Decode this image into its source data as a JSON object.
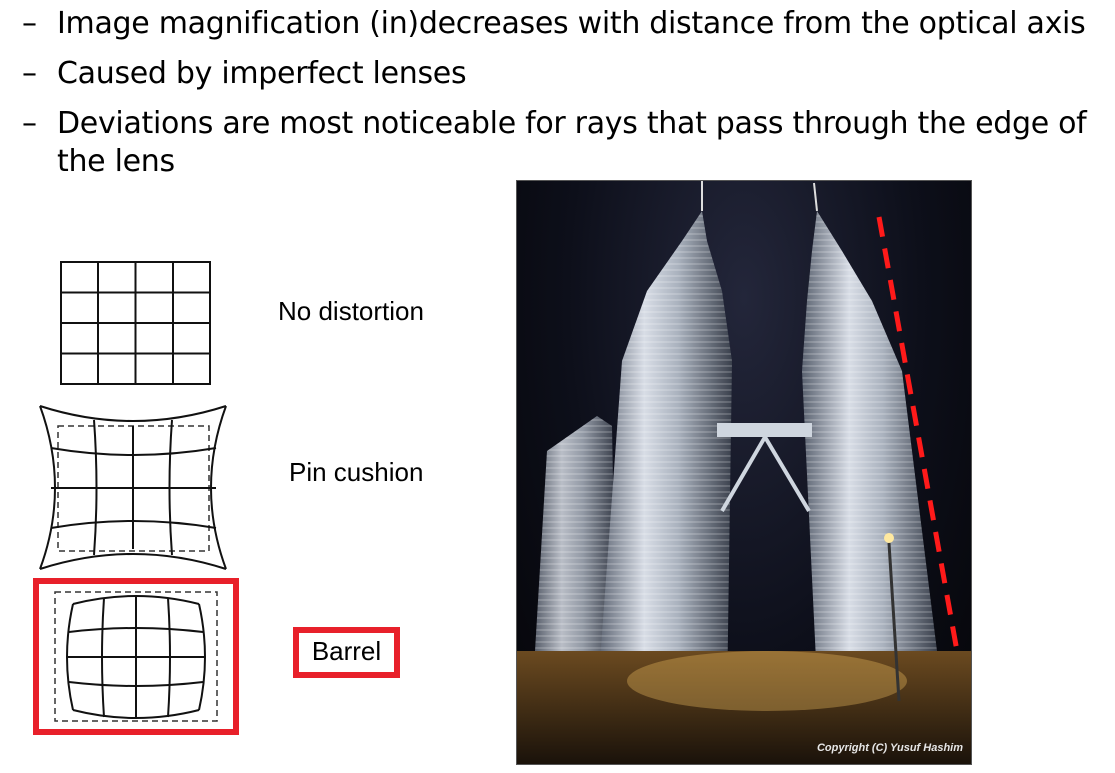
{
  "bullets": [
    {
      "marker": "–",
      "text": "Image magnification (in)decreases with distance from the optical axis"
    },
    {
      "marker": "–",
      "text": "Caused by imperfect lenses"
    },
    {
      "marker": "–",
      "text": "Deviations are most noticeable for rays that pass through the edge of the lens"
    }
  ],
  "distortion_types": {
    "none": "No distortion",
    "pincushion": "Pin cushion",
    "barrel": "Barrel"
  },
  "photo": {
    "copyright": "Copyright (C) Yusuf Hashim",
    "subject_icon": "twin-towers-night-photo"
  },
  "colors": {
    "highlight": "#e8202a",
    "dashed_line": "#ff1a1a"
  }
}
